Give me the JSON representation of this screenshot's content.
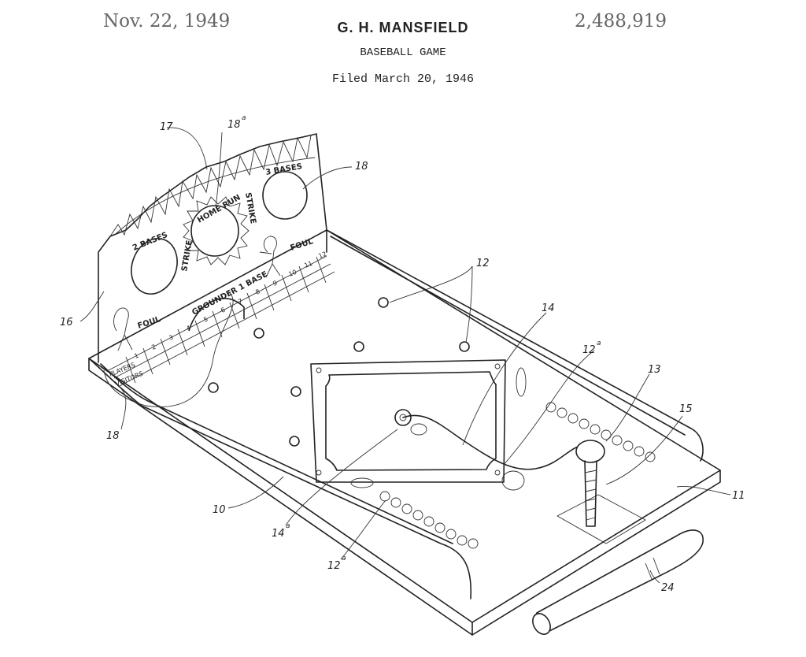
{
  "header": {
    "date": "Nov. 22, 1949",
    "inventor": "G. H. MANSFIELD",
    "patent_number": "2,488,919",
    "title": "BASEBALL GAME",
    "filed": "Filed March 20, 1946"
  },
  "backboard_labels": {
    "two_bases": "2 BASES",
    "three_bases": "3 BASES",
    "home_run": "HOME RUN",
    "strike_left": "STRIKE",
    "strike_right": "STRIKE",
    "foul_left": "FOUL",
    "foul_right": "FOUL",
    "grounder": "GROUNDER 1 BASE"
  },
  "scoreboard": {
    "innings": [
      "1",
      "2",
      "3",
      "4",
      "5",
      "6",
      "7",
      "8",
      "9",
      "10",
      "11",
      "12"
    ],
    "rows": [
      "PLAYERS",
      "VISITORS"
    ]
  },
  "reference_numerals": {
    "r10": "10",
    "r11": "11",
    "r12_top": "12",
    "r12a_mid": "12",
    "r12a_mid_sup": "a",
    "r12a_low": "12",
    "r12a_low_sup": "a",
    "r13": "13",
    "r14": "14",
    "r14a": "14",
    "r14a_sup": "a",
    "r15": "15",
    "r16": "16",
    "r17": "17",
    "r18_top": "18",
    "r18a": "18",
    "r18a_sup": "a",
    "r18_left": "18",
    "r24": "24"
  }
}
